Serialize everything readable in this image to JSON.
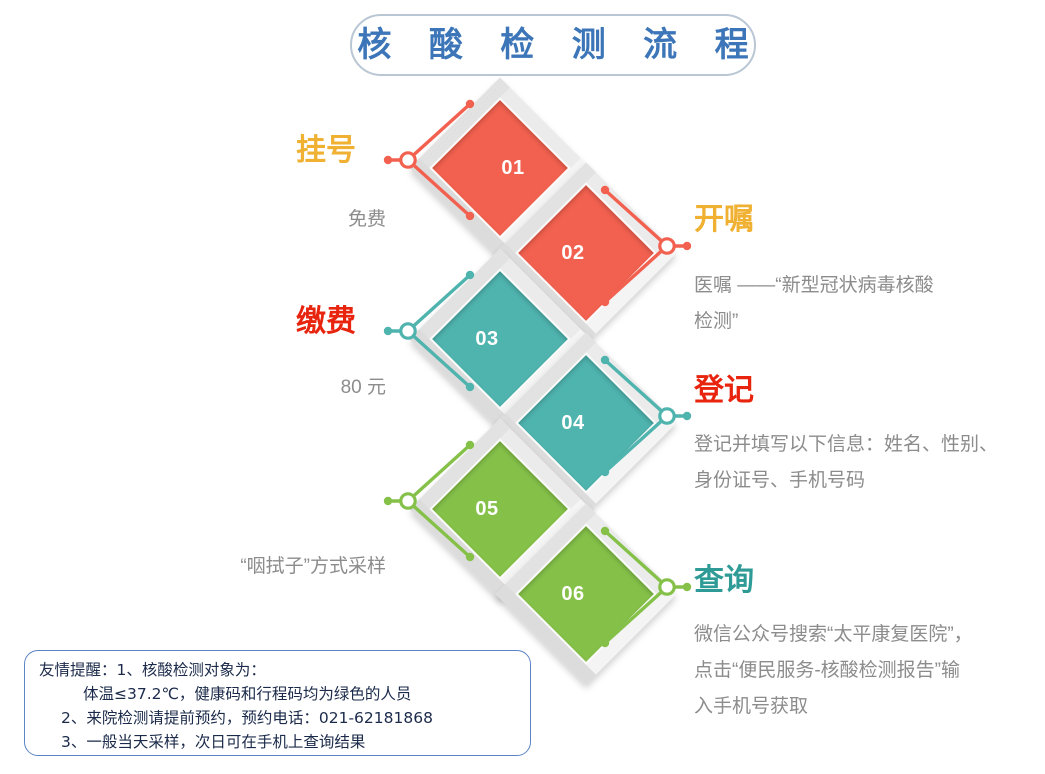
{
  "header": {
    "title": "核 酸 检 测 流 程",
    "title_color": "#3d76b8"
  },
  "palette": {
    "red_diamond": "#f2604f",
    "teal_diamond": "#4fb3ae",
    "green_diamond": "#85c149",
    "orange_label": "#f0b133",
    "red_label": "#e8240e",
    "teal_label": "#2e9b96",
    "gray_text": "#8c8c8c",
    "notice_border": "#5b84c4",
    "notice_text": "#1b2a4a"
  },
  "steps": [
    {
      "number": "01",
      "side": "left",
      "title": "挂号",
      "title_color": "#f0b133",
      "desc": "免费",
      "accent": "#f2604f"
    },
    {
      "number": "02",
      "side": "right",
      "title": "开嘱",
      "title_color": "#f0b133",
      "desc": "医嘱 ——“新型冠状病毒核酸检测”",
      "accent": "#f2604f"
    },
    {
      "number": "03",
      "side": "left",
      "title": "缴费",
      "title_color": "#e8240e",
      "desc": "80 元",
      "accent": "#4fb3ae"
    },
    {
      "number": "04",
      "side": "right",
      "title": "登记",
      "title_color": "#e8240e",
      "desc": "登记并填写以下信息：姓名、性别、身份证号、手机号码",
      "accent": "#4fb3ae"
    },
    {
      "number": "05",
      "side": "left",
      "title": "",
      "title_color": "#85c149",
      "desc": "“咽拭子”方式采样",
      "accent": "#85c149"
    },
    {
      "number": "06",
      "side": "right",
      "title": "查询",
      "title_color": "#2e9b96",
      "desc": "微信公众号搜索“太平康复医院”，点击“便民服务-核酸检测报告”输入手机号获取",
      "accent": "#85c149"
    }
  ],
  "step_desc_lines": {
    "s2_line1": "医嘱 ——“新型冠状病毒核酸",
    "s2_line2": "检测”",
    "s4_line1": "登记并填写以下信息：姓名、性别、",
    "s4_line2": "身份证号、手机号码",
    "s6_line1": "微信公众号搜索“太平康复医院”，",
    "s6_line2": "点击“便民服务-核酸检测报告”输",
    "s6_line3": "入手机号获取"
  },
  "notice": {
    "line1": "友情提醒：1、核酸检测对象为：",
    "line2": "体温≤37.2℃，健康码和行程码均为绿色的人员",
    "line3": "2、来院检测请提前预约，预约电话：021-62181868",
    "line4": "3、一般当天采样，次日可在手机上查询结果"
  }
}
